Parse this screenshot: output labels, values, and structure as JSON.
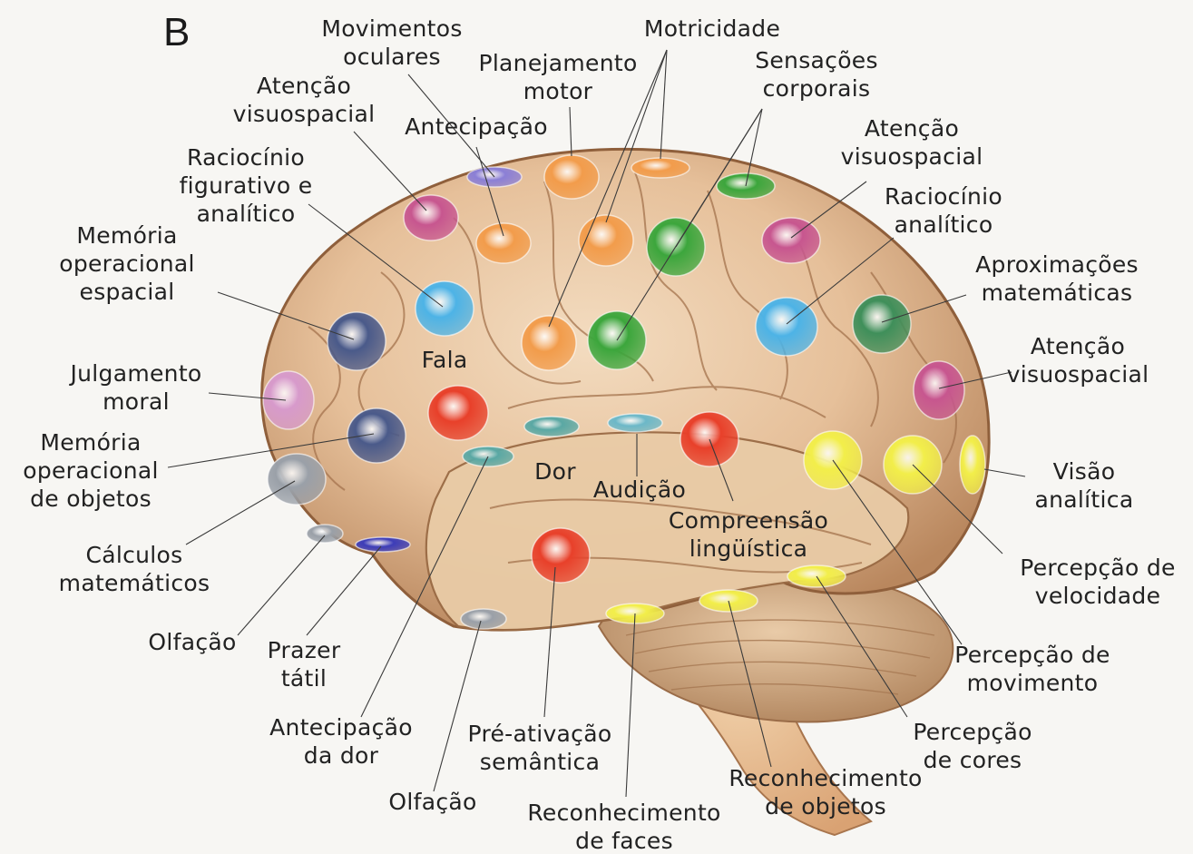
{
  "panel_letter": "B",
  "labels": [
    {
      "id": "movimentos-oculares",
      "lines": [
        "Movimentos",
        "oculares"
      ],
      "color": "#8b7fd6"
    },
    {
      "id": "planejamento-motor",
      "lines": [
        "Planejamento",
        "motor"
      ],
      "color": "#f29c4b"
    },
    {
      "id": "motricidade",
      "lines": [
        "Motricidade"
      ],
      "color": "#f29c4b"
    },
    {
      "id": "sensacoes-corporais",
      "lines": [
        "Sensações",
        "corporais"
      ],
      "color": "#3ca63c"
    },
    {
      "id": "atencao-visuospacial-1",
      "lines": [
        "Atenção",
        "visuospacial"
      ],
      "color": "#c7568f"
    },
    {
      "id": "antecipacao",
      "lines": [
        "Antecipação"
      ],
      "color": "#f29c4b"
    },
    {
      "id": "raciocinio-figurativo",
      "lines": [
        "Raciocínio",
        "figurativo e",
        "analítico"
      ],
      "color": "#4db3e6"
    },
    {
      "id": "atencao-visuospacial-2",
      "lines": [
        "Atenção",
        "visuospacial"
      ],
      "color": "#c7568f"
    },
    {
      "id": "raciocinio-analitico",
      "lines": [
        "Raciocínio",
        "analítico"
      ],
      "color": "#4db3e6"
    },
    {
      "id": "memoria-op-espacial",
      "lines": [
        "Memória",
        "operacional",
        "espacial"
      ],
      "color": "#4a5a8a"
    },
    {
      "id": "aproximacoes-matematicas",
      "lines": [
        "Aproximações",
        "matemáticas"
      ],
      "color": "#3f8f5a"
    },
    {
      "id": "atencao-visuospacial-3",
      "lines": [
        "Atenção",
        "visuospacial"
      ],
      "color": "#c7568f"
    },
    {
      "id": "fala",
      "lines": [
        "Fala"
      ],
      "color": "#e8402a"
    },
    {
      "id": "julgamento-moral",
      "lines": [
        "Julgamento",
        "moral"
      ],
      "color": "#d79acb"
    },
    {
      "id": "memoria-op-objetos",
      "lines": [
        "Memória",
        "operacional",
        "de objetos"
      ],
      "color": "#4a5a8a"
    },
    {
      "id": "dor",
      "lines": [
        "Dor"
      ],
      "color": "#5aa8a4"
    },
    {
      "id": "audicao",
      "lines": [
        "Audição"
      ],
      "color": "#6cb8c8"
    },
    {
      "id": "compreensao-linguistica",
      "lines": [
        "Compreensão",
        "lingüística"
      ],
      "color": "#e8402a"
    },
    {
      "id": "visao-analitica",
      "lines": [
        "Visão",
        "analítica"
      ],
      "color": "#f2ee4a"
    },
    {
      "id": "calculos-matematicos",
      "lines": [
        "Cálculos",
        "matemáticos"
      ],
      "color": "#9aa0a8"
    },
    {
      "id": "percepcao-velocidade",
      "lines": [
        "Percepção de",
        "velocidade"
      ],
      "color": "#f2ee4a"
    },
    {
      "id": "olfacao-1",
      "lines": [
        "Olfação"
      ],
      "color": "#9aa0a8"
    },
    {
      "id": "prazer-tatil",
      "lines": [
        "Prazer",
        "tátil"
      ],
      "color": "#3d3db8"
    },
    {
      "id": "percepcao-movimento",
      "lines": [
        "Percepção de",
        "movimento"
      ],
      "color": "#f2ee4a"
    },
    {
      "id": "antecipacao-dor",
      "lines": [
        "Antecipação",
        "da dor"
      ],
      "color": "#5aa8a4"
    },
    {
      "id": "pre-ativacao-semantica",
      "lines": [
        "Pré-ativação",
        "semântica"
      ],
      "color": "#e8402a"
    },
    {
      "id": "percepcao-cores",
      "lines": [
        "Percepção",
        "de cores"
      ],
      "color": "#f2ee4a"
    },
    {
      "id": "reconhecimento-objetos",
      "lines": [
        "Reconhecimento",
        "de objetos"
      ],
      "color": "#f2ee4a"
    },
    {
      "id": "olfacao-2",
      "lines": [
        "Olfação"
      ],
      "color": "#9aa0a8"
    },
    {
      "id": "reconhecimento-faces",
      "lines": [
        "Reconhecimento",
        "de faces"
      ],
      "color": "#f2ee4a"
    }
  ]
}
